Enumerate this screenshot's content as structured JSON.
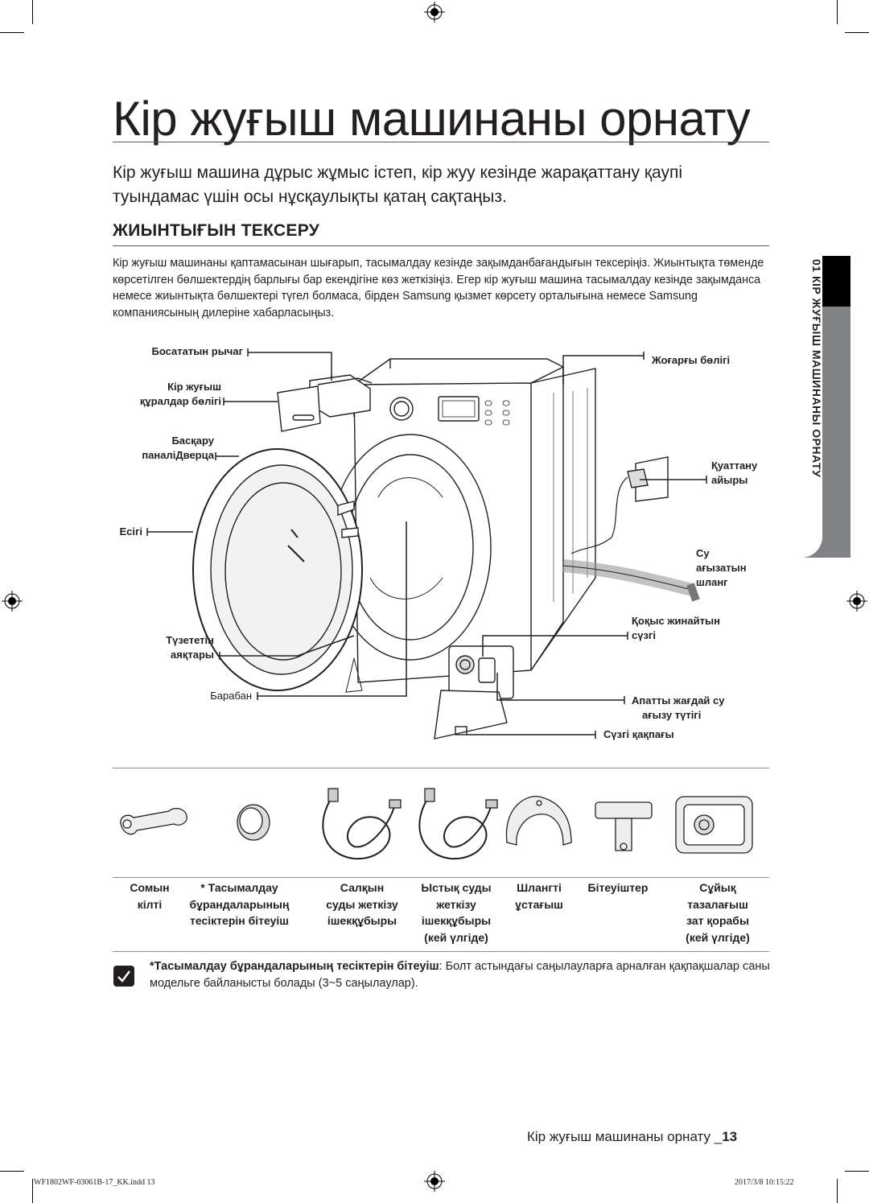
{
  "title": "Кір жуғыш машинаны орнату",
  "intro": "Кір жуғыш машина дұрыс жұмыс істеп, кір жуу кезінде жарақаттану қаупі туындамас үшін осы нұсқаулықты қатаң сақтаңыз.",
  "section": {
    "title": "ЖИЫНТЫҒЫН ТЕКСЕРУ",
    "paragraph": "Кір жуғыш машинаны қаптамасынан шығарып, тасымалдау кезінде зақымданбағандығын тексеріңіз. Жиынтықта төменде көрсетілген бөлшектердің барлығы бар екендігіне көз жеткізіңіз. Егер кір жуғыш машина тасымалдау кезінде зақымданса немесе жиынтықта бөлшектері түгел болмаса, бірден Samsung қызмет көрсету орталығына немесе Samsung компаниясының дилеріне хабарласыңыз."
  },
  "side_tab": "01 КІР ЖУҒЫШ МАШИНАНЫ ОРНАТУ",
  "diagram_labels": {
    "release_lever": "Босататын рычаг",
    "detergent_line1": "Кір жуғыш",
    "detergent_line2": "құралдар бөлігі",
    "control_line1": "Басқару",
    "control_line2": "паналіДверца",
    "door": "Есігі",
    "legs_line1": "Түзететін",
    "legs_line2": "аяқтары",
    "drum": "Барабан",
    "top": "Жоғарғы бөлігі",
    "plug_line1": "Қуаттану",
    "plug_line2": "айыры",
    "drain_line1": "Су",
    "drain_line2": "ағызатын",
    "drain_line3": "шланг",
    "filter_line1": "Қоқыс жинайтын",
    "filter_line2": "сүзгі",
    "emergency_line1": "Апатты жағдай су",
    "emergency_line2": "ағызу түтігі",
    "filter_cover": "Сүзгі қақпағы"
  },
  "accessories": [
    {
      "lines": [
        "Сомын",
        "кілті"
      ]
    },
    {
      "lines": [
        "* Тасымалдау",
        "бұрандаларының",
        "тесіктерін бітеуіш"
      ]
    },
    {
      "lines": [
        "Салқын",
        "суды жеткізу",
        "ішекқұбыры"
      ]
    },
    {
      "lines": [
        "Ыстық суды",
        "жеткізу",
        "ішекқұбыры",
        "(кей үлгіде)"
      ]
    },
    {
      "lines": [
        "Шлангті",
        "ұстағыш"
      ]
    },
    {
      "lines": [
        "Бітеуіштер"
      ]
    },
    {
      "lines": [
        "Сұйық",
        "тазалағыш",
        "зат қорабы",
        "(кей үлгіде)"
      ]
    }
  ],
  "note": {
    "bold": "*Тасымалдау бұрандаларының тесіктерін бітеуіш",
    "text": ": Болт астындағы саңылауларға арналған қақпақшалар саны модельге байланысты болады (3~5 саңылаулар)."
  },
  "footer": {
    "text": "Кір жуғыш машинаны орнату _",
    "page": "13"
  },
  "slug": {
    "file": "WF1802WF-03061B-17_KK.indd   13",
    "date": "2017/3/8   10:15:22"
  }
}
